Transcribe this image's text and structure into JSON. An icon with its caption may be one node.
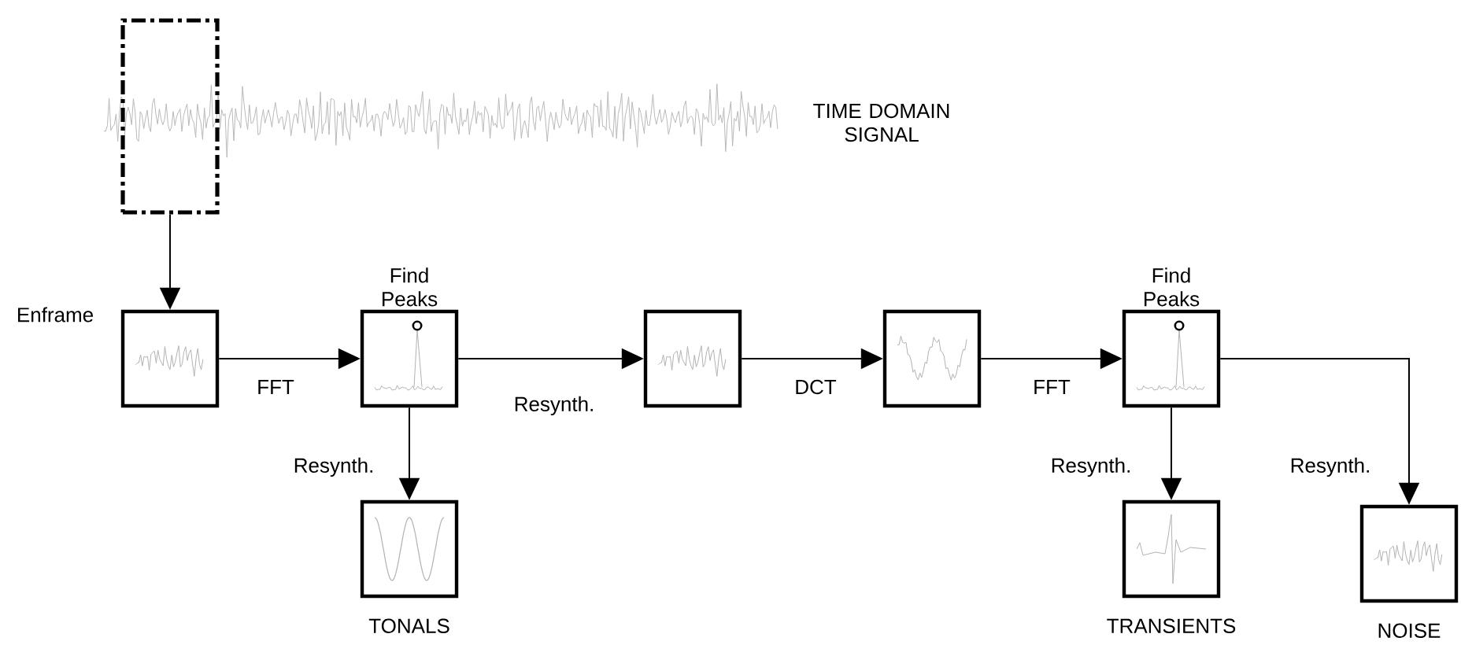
{
  "diagram": {
    "nodes": [
      {
        "text": [],
        "shape": "box"
      },
      {
        "text": [],
        "shape": "box"
      },
      {
        "text": [
          "Find Peaks"
        ]
      },
      {
        "text": [],
        "shape": "box"
      },
      {
        "text": [],
        "shape": "box"
      },
      {
        "text": [
          "Find Peaks"
        ]
      },
      {
        "text": [],
        "shape": "box",
        "beside": [
          "TONALS"
        ]
      },
      {
        "text": [],
        "shape": "box",
        "beside": [
          "TRANSIENTS"
        ]
      },
      {
        "text": [],
        "shape": "box",
        "beside": [
          "NOISE"
        ]
      }
    ],
    "edges": [
      {
        "from": 0,
        "to": 1,
        "arrow": "to",
        "label": "Enframe"
      },
      {
        "from": 1,
        "to": 2,
        "arrow": "to",
        "label": "FFT"
      },
      {
        "from": 2,
        "to": 3,
        "arrow": "to",
        "label": "Resynth."
      },
      {
        "from": 3,
        "to": 4,
        "arrow": "to",
        "label": "DCT"
      },
      {
        "from": 4,
        "to": 5,
        "arrow": "to",
        "label": "FFT"
      },
      {
        "from": 2,
        "to": 6,
        "arrow": "to",
        "label": "Resynth."
      },
      {
        "from": 5,
        "to": 7,
        "arrow": "to",
        "label": "Resynth."
      },
      {
        "from": 5,
        "to": 8,
        "arrow": "to",
        "label": "Resynth."
      }
    ],
    "labels": [
      "TIME DOMAIN SIGNAL"
    ]
  }
}
